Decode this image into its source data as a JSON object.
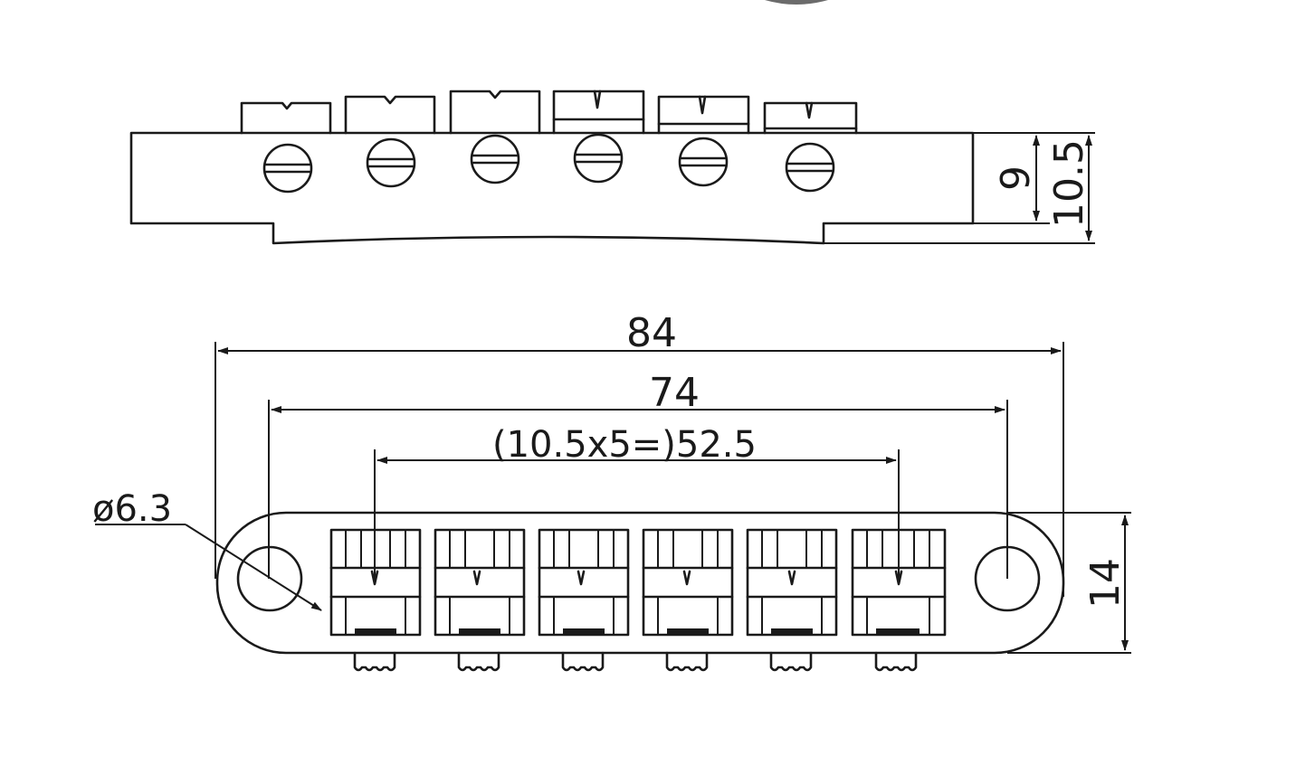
{
  "dimensions": {
    "side_inner_height": "9",
    "side_total_height": "10.5",
    "overall_length": "84",
    "post_spacing": "74",
    "saddle_span": "(10.5x5=)52.5",
    "hole_diameter": "ø6.3",
    "body_width": "14"
  }
}
